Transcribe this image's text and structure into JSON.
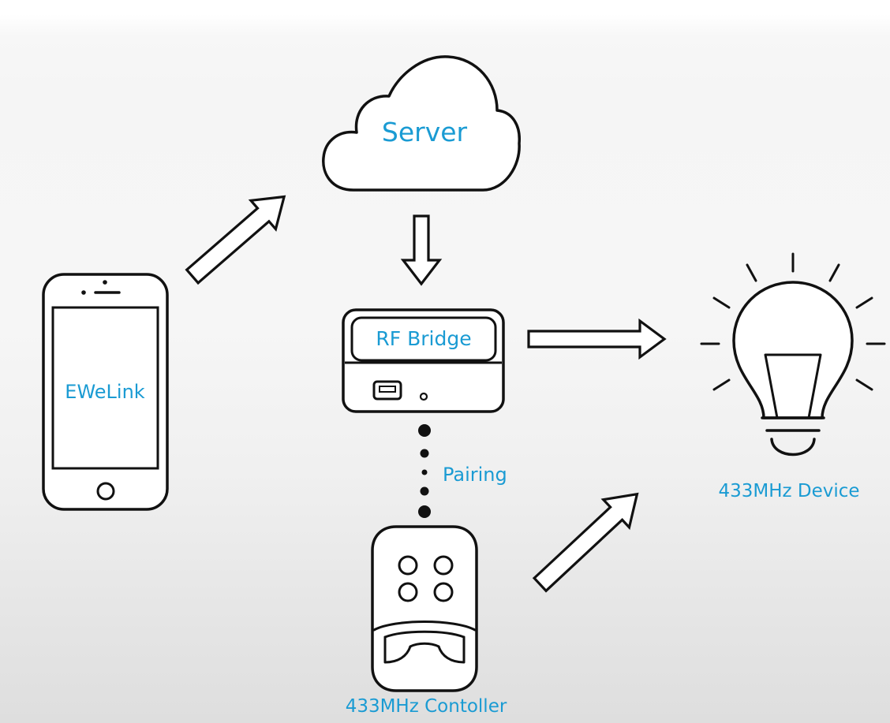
{
  "nodes": {
    "server": {
      "label": "Server"
    },
    "app": {
      "label": "EWeLink"
    },
    "bridge": {
      "label": "RF Bridge"
    },
    "device": {
      "label": "433MHz Device"
    },
    "controller": {
      "label": "433MHz Contoller"
    }
  },
  "edges": {
    "pairing": {
      "label": "Pairing"
    }
  },
  "icons": {
    "cloud": "cloud-icon",
    "phone": "smartphone-icon",
    "bridge": "rf-bridge-icon",
    "bulb": "light-bulb-icon",
    "remote": "remote-control-icon"
  },
  "colors": {
    "label": "#1a9bd3",
    "stroke": "#111111",
    "fill": "#ffffff"
  }
}
